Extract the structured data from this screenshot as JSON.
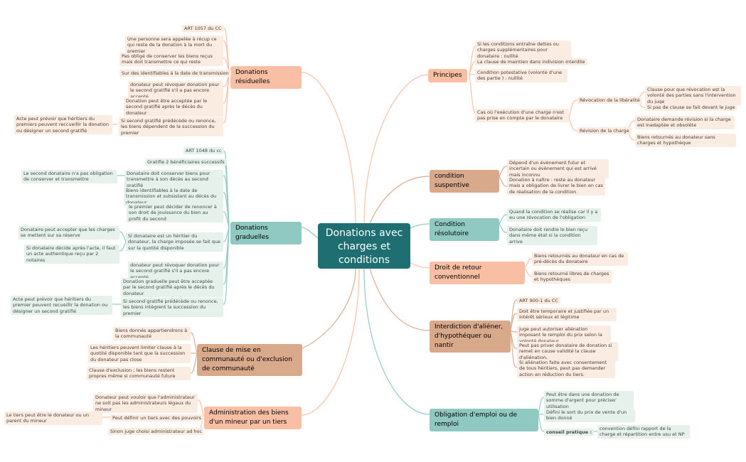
{
  "center_title": "Donations avec charges et conditions",
  "colors": {
    "salmon": "#f8bfa4",
    "tan": "#d9a98c",
    "teal": "#8fc9c2",
    "center": "#1e6e72",
    "leaf_warm": "#fbece2",
    "leaf_cool": "#e7f1ec"
  },
  "branches": {
    "principes": {
      "label": "Principes",
      "items": [
        "Si les conditions entraîne dettes ou charges supplémentaires pour donataire : nullité",
        "La clause de maintien dans indivision interdite",
        "Condition potestative (volonté d'une des partie ) : nullité",
        "Cas où l'exécution d'une charge n'est pas prise en compte par le donataire"
      ],
      "revocation": {
        "label": "Révocation de la libéralité",
        "items": [
          "Clause pour que révocation est la volonté des parties sans l'intervention  du juge",
          "Si pas de clause se fait devant le juge"
        ]
      },
      "revision": {
        "label": "Révision de la charge",
        "items": [
          "Donataire demande révision si la charge est inadaptée et obsolète",
          "Biens retournés au donateur sans charges et hypothèque"
        ]
      }
    },
    "suspensive": {
      "label": "condition suspentive",
      "items": [
        "Dépend d'un évènement futur et incertain ou évènement qui est arrivé mais inconnu",
        "Donation à naître : reste au donateur mais a obligation de livrer le bien en cas de réalisation de la condition"
      ]
    },
    "resolutoire": {
      "label": "Condition résolutoire",
      "items": [
        "Quand la condition se réalise car il y a eu une révocation de l'obligation",
        "Donataire doit rendre le bien reçu dans même état si la condition arrive"
      ]
    },
    "retour": {
      "label": "Droit de retour conventionnel",
      "items": [
        "Biens retournés au donateur en cas de pré-décès du donataire",
        "Biens retourné libres de charges et hypothèques"
      ]
    },
    "interdiction": {
      "label": "Interdiction d'aliéner, d'hypothéquer ou nantir",
      "items": [
        "ART 900-1 du CC",
        "Doit être temporaire et justifiée par un intérêt sérieux et légitime",
        "juge peut autoriser aliénation imposant le remploi du prix selon la volonté donateur",
        "Peut pas priver donataire de donation si remet en cause validité la clause d'aliénation.",
        "Si aliénation faite avec consentement de tous héritiers, peut pas demander action en réduction du tiers."
      ]
    },
    "emploi": {
      "label": "Obligation d'emploi ou de remploi",
      "items": [
        "Peut être dans une donation de somme d'argent pour préciser utilisation",
        "Défini le sort du prix de vente d'un bien donné"
      ],
      "conseil": "conseil pratique :",
      "conseil_text": "convention défini rapport de la charge et répartition entre usu et NP"
    },
    "residuelles": {
      "label": "Donations résiduelles",
      "items": [
        "ART 1057 du CC",
        "Une personne sera appelée à récup ce qui reste de la donation à la mort du premier",
        "Pas obligé de conserver les biens reçus mais doit transmettre ce qui reste",
        "Sur des identifiables à la date de transmission",
        "donateur peut révoquer donation pour le second gratifié s'il a pas encore accepté",
        "Donation peut être acceptée par le second gratifié après le décès du donateur",
        "Si second gratifié prédécède ou renonce, les biens dépendent de la succession du premier"
      ],
      "sub": "Acte peut prévoir que héritiers du premiers peuvent reccueillir la donation ou désigner un second gratifié"
    },
    "graduelles": {
      "label": "Donations graduelles",
      "items": [
        "ART 1048 du cc",
        "Gratifie 2 bénéficiaires successifs",
        "Donataire doit conserver biens pour transmettre à son décès au second gratifié",
        "Biens identifiables à la date de transmission et subsistant au décès du donateur",
        "le premier peut décider de renoncer à son droit de jouissance du bien au profit du second",
        "Si donataire est un héritier du donateur, la charge imposée se fait que sur la quotité disponible",
        "donateur peut révoquer donation pour le second gratifié s'il a pas encore accepté",
        "Donation graduelle  peut être acceptée par le second gratifié après le décès du donateur",
        "Si second gratifié prédécède ou renonce, les biens intègrent la succession du premier"
      ],
      "sub_conserver": "Le second donataire n'a pas obligation de conserver et transmettre",
      "sub_heritier": [
        "Donataire peut accepter que les charges se mettent sur sa réserve",
        "Si donataire décide après l'acte, il faut un acte authentique reçu par 2 notaires"
      ],
      "sub_succession": "Acte peut prévoir que héritiers du premier peuvent recueillir la donation ou désigner un second gratifié"
    },
    "communaute": {
      "label": "Clause de mise en communauté ou d'exclusion de communauté",
      "items": [
        "Biens donnés appartiendrons à la communauté",
        "Les héritiers peuvent limiter clause à la quotité disponible tant que la succession du donateur pas close",
        "Clause d'exclusion ; les biens restent propres même si communauté future"
      ]
    },
    "administration": {
      "label": "Administration des biens d'un mineur par un tiers",
      "items": [
        "Donateur peut vouloir que l'administrateur ne soit pas les administrateurs légaux du mineur",
        "Peut définir un tiers avec des pouvoirs",
        "Sinon juge choisi administrateur ad hoc"
      ],
      "sub": "Le tiers peut être le donateur ou un parent du mineur"
    }
  }
}
